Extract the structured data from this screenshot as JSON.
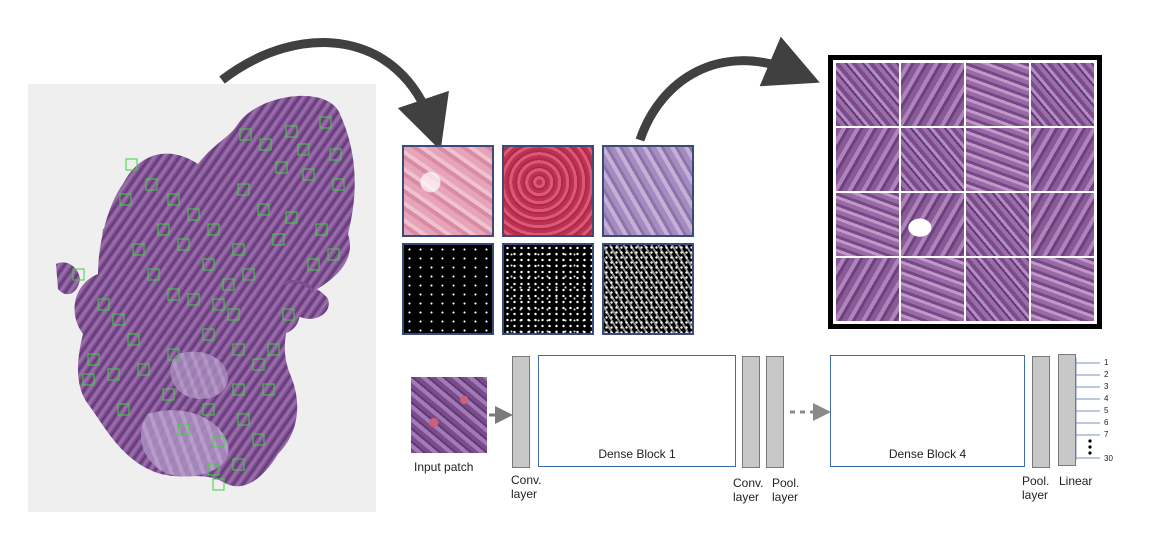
{
  "labels": {
    "input_patch": "Input patch",
    "conv_layer_1": "Conv.\nlayer",
    "dense_block_1": "Dense Block 1",
    "conv_layer_2": "Conv.\nlayer",
    "pool_layer_1": "Pool.\nlayer",
    "dense_block_4": "Dense Block 4",
    "pool_layer_2": "Pool.\nlayer",
    "linear": "Linear"
  },
  "outputs": [
    "1",
    "2",
    "3",
    "4",
    "5",
    "6",
    "7",
    "30"
  ],
  "colors": {
    "arrow": "#404040",
    "patch_border": "#3a4a7a",
    "dense_block_border": "#3d6aa8",
    "roi_box": "#39d63a",
    "node_white": "#ffffff",
    "node_light": "#a9c2e8",
    "node_mid": "#4a78c8",
    "node_dark": "#1a2a5a"
  }
}
